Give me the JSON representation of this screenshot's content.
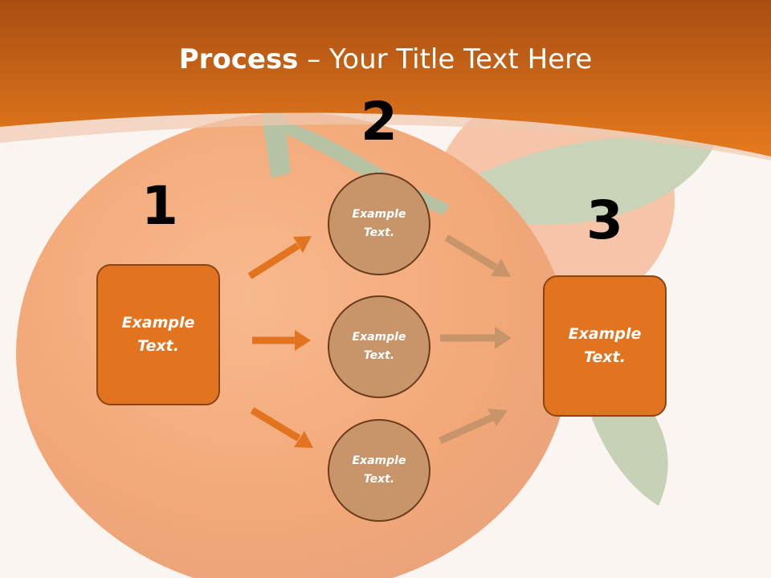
{
  "title": {
    "bold": "Process",
    "rest": " – Your Title Text Here"
  },
  "steps": {
    "one": {
      "number": "1",
      "line1": "Example",
      "line2": "Text."
    },
    "two": {
      "number": "2",
      "circles": [
        {
          "line1": "Example",
          "line2": "Text."
        },
        {
          "line1": "Example",
          "line2": "Text."
        },
        {
          "line1": "Example",
          "line2": "Text."
        }
      ]
    },
    "three": {
      "number": "3",
      "line1": "Example",
      "line2": "Text."
    }
  },
  "colors": {
    "banner": "#e2741f",
    "box_fill": "#e2741f",
    "circle_fill": "#c8956a",
    "arrow_left": "#e2741f",
    "arrow_right": "#c8956a"
  }
}
